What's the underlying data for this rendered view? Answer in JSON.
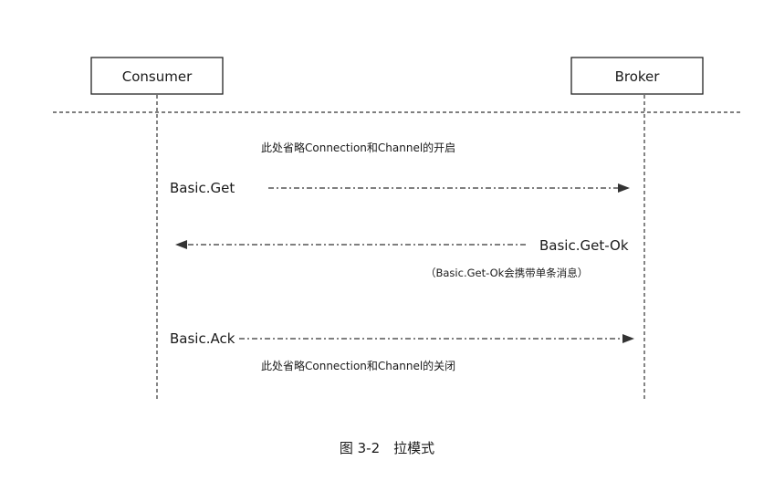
{
  "participants": {
    "consumer": "Consumer",
    "broker": "Broker"
  },
  "notes": {
    "open": "此处省略Connection和Channel的开启",
    "close": "此处省略Connection和Channel的关闭",
    "get_ok_detail": "（Basic.Get-Ok会携带单条消息）"
  },
  "messages": {
    "get": "Basic.Get",
    "get_ok": "Basic.Get-Ok",
    "ack": "Basic.Ack"
  },
  "caption": "图 3-2　拉模式"
}
